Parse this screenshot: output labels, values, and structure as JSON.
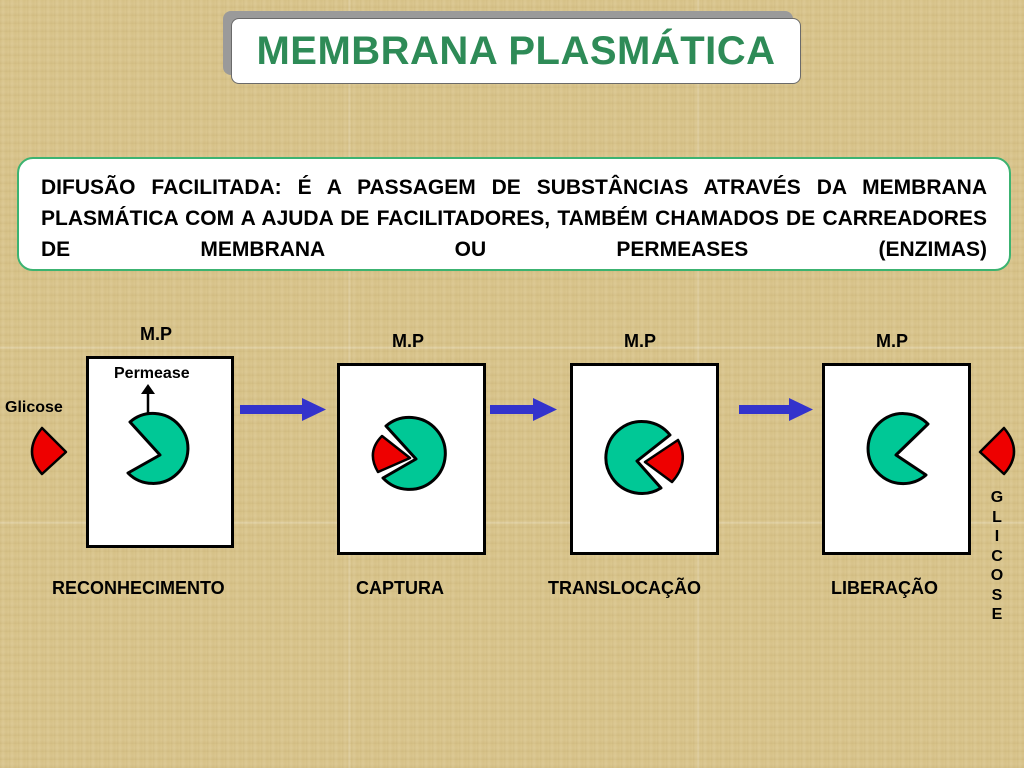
{
  "title": "MEMBRANA PLASMÁTICA",
  "definition": "DIFUSÃO FACILITADA: É A PASSAGEM DE SUBSTÂNCIAS ATRAVÉS DA MEMBRANA PLASMÁTICA COM A AJUDA DE FACILITADORES, TAMBÉM CHAMADOS DE CARREADORES DE MEMBRANA OU PERMEASES (ENZIMAS)",
  "membrane_label": "M.P",
  "permease_label": "Permease",
  "glucose_label": "Glicose",
  "glucose_vertical": [
    "G",
    "L",
    "I",
    "C",
    "O",
    "S",
    "E"
  ],
  "steps": [
    {
      "label": "RECONHECIMENTO"
    },
    {
      "label": "CAPTURA"
    },
    {
      "label": "TRANSLOCAÇÃO"
    },
    {
      "label": "LIBERAÇÃO"
    }
  ],
  "colors": {
    "title": "#2e8b57",
    "permease": "#00c896",
    "glucose": "#ee0000",
    "arrow": "#3333cc",
    "border": "#3cb371"
  }
}
